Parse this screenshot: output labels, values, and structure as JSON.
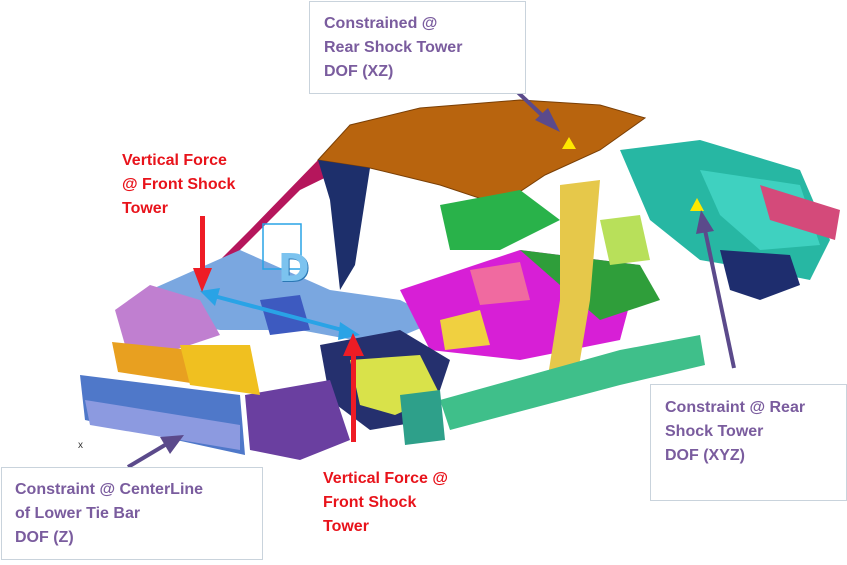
{
  "labels": {
    "rear_tower_top": "Constrained @\nRear Shock Tower\nDOF (XZ)",
    "force_top": "Vertical Force\n@ Front Shock\nTower",
    "rear_tower_right": "Constraint @ Rear\nShock Tower\nDOF (XYZ)",
    "force_bottom": "Vertical Force @\nFront Shock\nTower",
    "tie_bar": "Constraint @ CenterLine\nof Lower Tie Bar\nDOF (Z)",
    "marker_d": "D",
    "marker_x": "x"
  },
  "colors": {
    "constraint_text": "#7a5c9e",
    "force_text": "#e8131b",
    "constraint_arrow": "#5b4a8b",
    "force_arrow": "#ee1c25",
    "distance_arrow": "#29a3e6",
    "constraint_marker": "#ffe800"
  }
}
